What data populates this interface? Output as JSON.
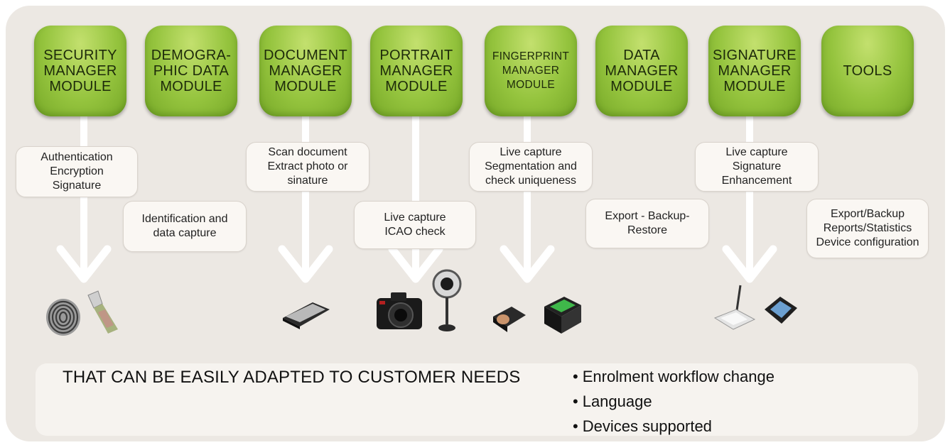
{
  "modules": [
    {
      "label": "SECURITY\nMANAGER\nMODULE",
      "small": false
    },
    {
      "label": "DEMOGRA-\nPHIC DATA\nMODULE",
      "small": false
    },
    {
      "label": "DOCUMENT\nMANAGER\nMODULE",
      "small": false
    },
    {
      "label": "PORTRAIT\nMANAGER\nMODULE",
      "small": false
    },
    {
      "label": "FINGERPRINT\nMANAGER\nMODULE",
      "small": true
    },
    {
      "label": "DATA\nMANAGER\nMODULE",
      "small": false
    },
    {
      "label": "SIGNATURE\nMANAGER\nMODULE",
      "small": false
    },
    {
      "label": "TOOLS",
      "small": false
    }
  ],
  "features": [
    "Authentication\nEncryption\nSignature",
    "Identification and\ndata capture",
    "Scan document\nExtract photo or\nsinature",
    "Live capture\nICAO check",
    "Live capture\nSegmentation and\ncheck uniqueness",
    "Export - Backup-\nRestore",
    "Live capture\nSignature\nEnhancement",
    "Export/Backup\nReports/Statistics\nDevice configuration"
  ],
  "devices": [
    "fingerprint-image-icon",
    "usb-key-icon",
    "document-scanner-icon",
    "camera-icon",
    "webcam-icon",
    "fingerprint-reader-icon",
    "multi-finger-scanner-icon",
    "signature-pad-icon",
    "signature-tablet-icon"
  ],
  "footer": {
    "headline": "THAT CAN BE EASILY ADAPTED TO CUSTOMER NEEDS",
    "bullets": [
      "Enrolment workflow change",
      "Language",
      "Devices supported"
    ]
  },
  "colors": {
    "module_green": "#95c43e",
    "panel": "#ece8e3",
    "arrow": "#ffffff"
  }
}
